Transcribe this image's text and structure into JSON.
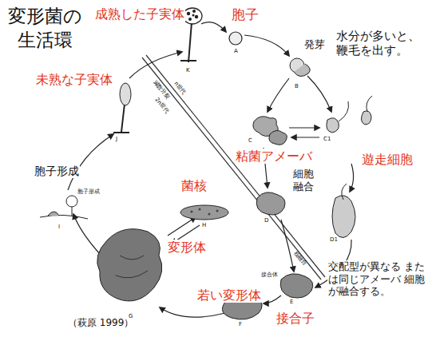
{
  "diagram": {
    "title": "変形菌の 生活環",
    "labels": [
      "成熟した子実体",
      "胞子",
      "発芽",
      "水分が多いと、鞭毛を出す。",
      "未熟な子実体",
      "粘菌アメーバ",
      "遊走細胞",
      "細胞 融合",
      "胞子形成",
      "菌核",
      "変形体",
      "交配型が異なる または同じアメーバ 細胞が融合する。",
      "若い変形体",
      "接合子",
      "（萩原 1999）",
      "減数分裂",
      "n世代",
      "2n世代",
      "胞子形成",
      "接合体",
      "核融合",
      "A",
      "B",
      "C",
      "C1",
      "D",
      "D1",
      "E",
      "F",
      "G",
      "H",
      "I",
      "J",
      "K"
    ]
  }
}
